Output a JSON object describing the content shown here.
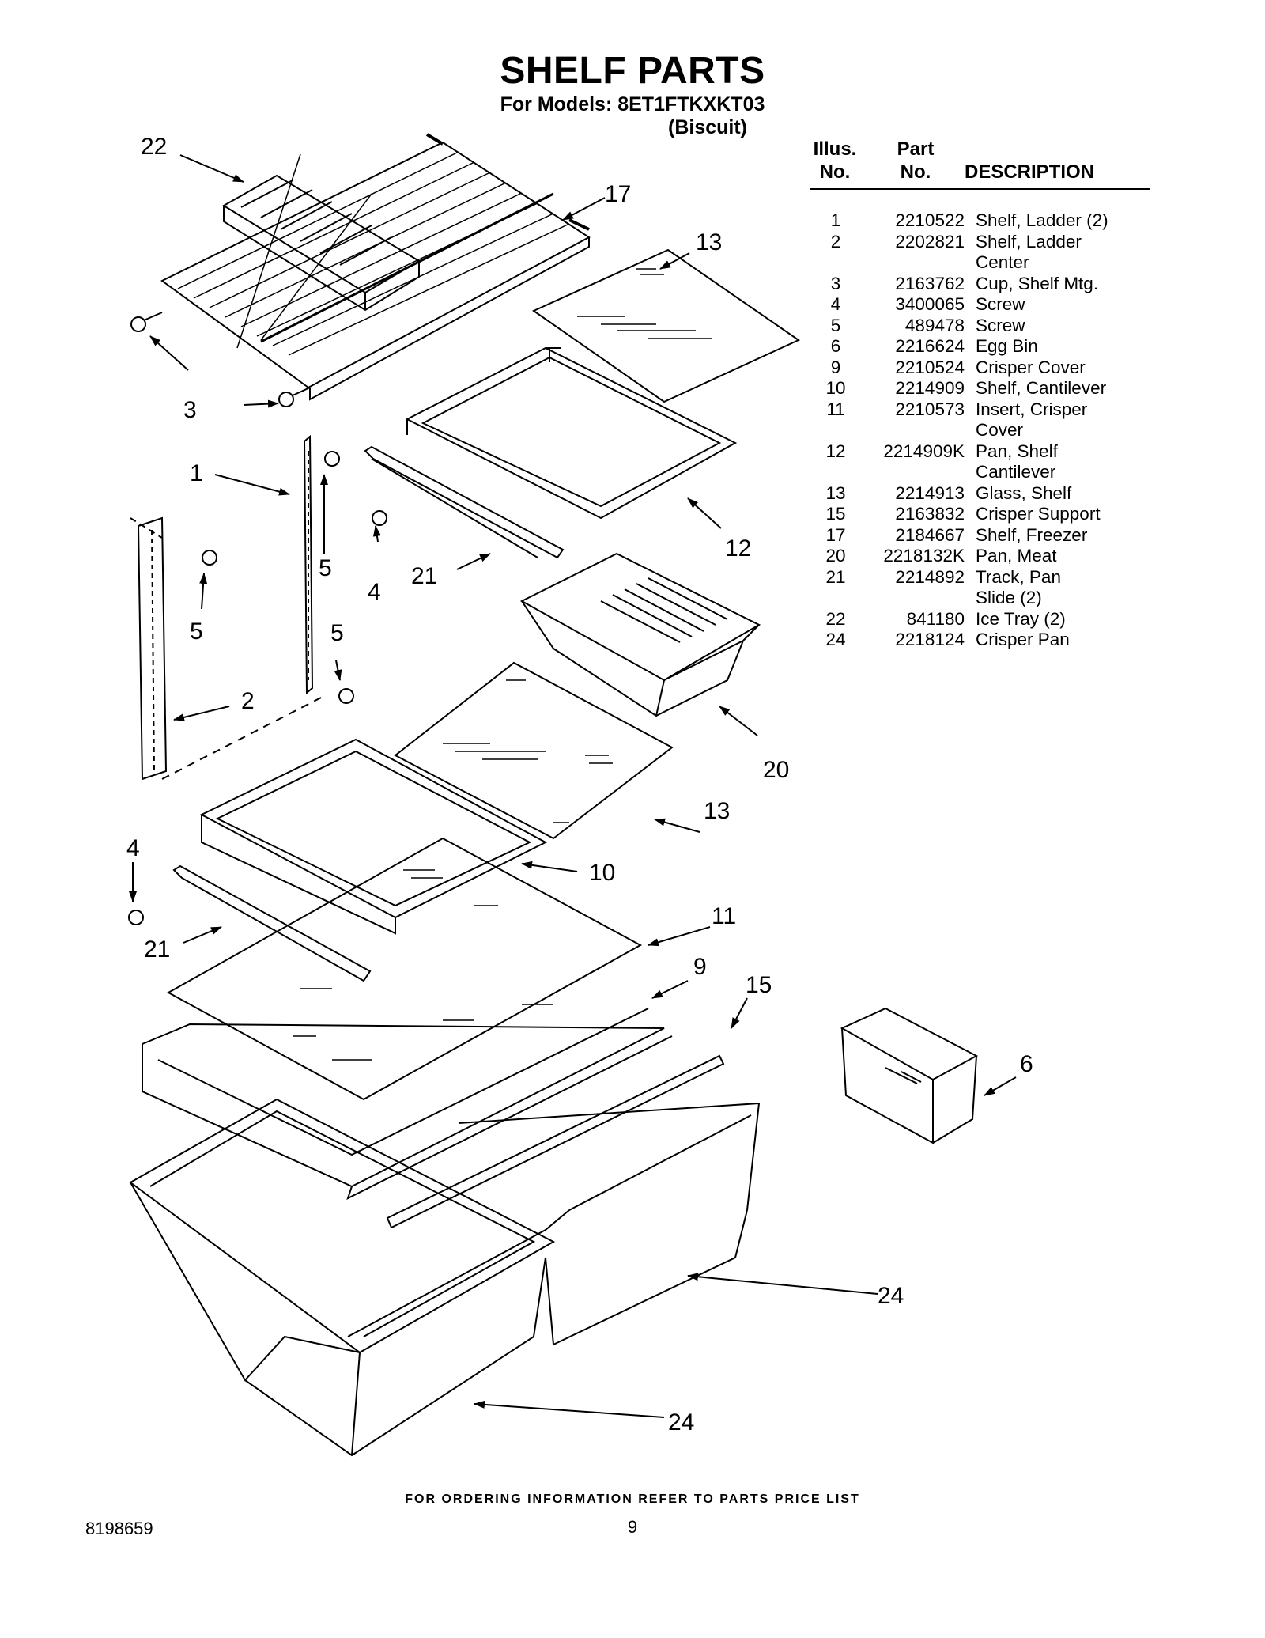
{
  "header": {
    "title": "SHELF PARTS",
    "models_line": "For Models: 8ET1FTKXKT03",
    "color_line": "(Biscuit)"
  },
  "parts_table": {
    "col_illus": [
      "Illus.",
      "No."
    ],
    "col_part": [
      "Part",
      "No."
    ],
    "col_desc": "DESCRIPTION",
    "rows": [
      {
        "illus": "1",
        "part": "2210522",
        "desc": [
          "Shelf, Ladder (2)"
        ]
      },
      {
        "illus": "2",
        "part": "2202821",
        "desc": [
          "Shelf, Ladder",
          "Center"
        ]
      },
      {
        "illus": "3",
        "part": "2163762",
        "desc": [
          "Cup, Shelf Mtg."
        ]
      },
      {
        "illus": "4",
        "part": "3400065",
        "desc": [
          "Screw"
        ]
      },
      {
        "illus": "5",
        "part": "489478",
        "desc": [
          "Screw"
        ]
      },
      {
        "illus": "6",
        "part": "2216624",
        "desc": [
          "Egg Bin"
        ]
      },
      {
        "illus": "9",
        "part": "2210524",
        "desc": [
          "Crisper Cover"
        ]
      },
      {
        "illus": "10",
        "part": "2214909",
        "desc": [
          "Shelf, Cantilever"
        ]
      },
      {
        "illus": "11",
        "part": "2210573",
        "desc": [
          "Insert, Crisper",
          "Cover"
        ]
      },
      {
        "illus": "12",
        "part": "2214909K",
        "desc": [
          "Pan, Shelf",
          "Cantilever"
        ]
      },
      {
        "illus": "13",
        "part": "2214913",
        "desc": [
          "Glass, Shelf"
        ]
      },
      {
        "illus": "15",
        "part": "2163832",
        "desc": [
          "Crisper Support"
        ]
      },
      {
        "illus": "17",
        "part": "2184667",
        "desc": [
          "Shelf, Freezer"
        ]
      },
      {
        "illus": "20",
        "part": "2218132K",
        "desc": [
          "Pan, Meat"
        ]
      },
      {
        "illus": "21",
        "part": "2214892",
        "desc": [
          "Track, Pan",
          "Slide (2)"
        ]
      },
      {
        "illus": "22",
        "part": "841180",
        "desc": [
          "Ice Tray (2)"
        ]
      },
      {
        "illus": "24",
        "part": "2218124",
        "desc": [
          "Crisper Pan"
        ]
      }
    ]
  },
  "diagram": {
    "callouts": [
      "22",
      "17",
      "13",
      "3",
      "1",
      "5",
      "4",
      "21",
      "12",
      "5",
      "5",
      "2",
      "20",
      "13",
      "4",
      "10",
      "21",
      "11",
      "9",
      "15",
      "6",
      "24",
      "24"
    ]
  },
  "footer": {
    "ordering_note": "FOR ORDERING INFORMATION REFER TO PARTS PRICE LIST",
    "doc_number": "8198659",
    "page_number": "9"
  }
}
